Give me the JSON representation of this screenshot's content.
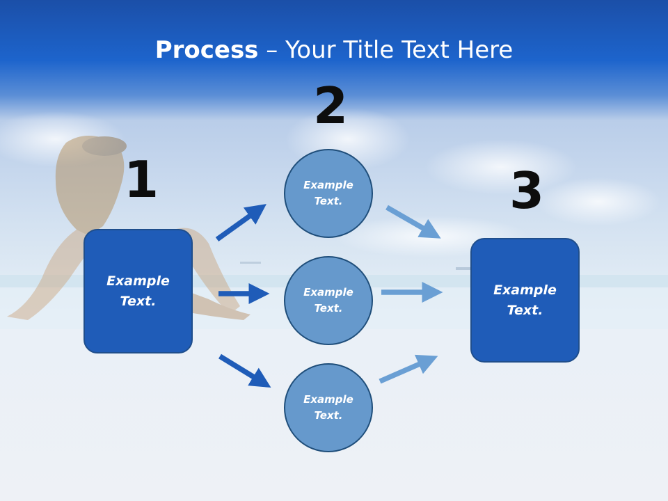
{
  "slide": {
    "title_bold": "Process",
    "title_rest": " – Your Title Text Here"
  },
  "steps": {
    "step1_number": "1",
    "step2_number": "2",
    "step3_number": "3"
  },
  "nodes": {
    "left_box": {
      "line1": "Example",
      "line2": "Text."
    },
    "circle_top": {
      "line1": "Example",
      "line2": "Text."
    },
    "circle_mid": {
      "line1": "Example",
      "line2": "Text."
    },
    "circle_bottom": {
      "line1": "Example",
      "line2": "Text."
    },
    "right_box": {
      "line1": "Example",
      "line2": "Text."
    }
  },
  "colors": {
    "header_blue": "#1a5fc8",
    "box_fill": "#1f5cb8",
    "circle_fill": "#6699cc",
    "arrow_dark": "#1f5cb8",
    "arrow_light": "#6a9fd4"
  }
}
